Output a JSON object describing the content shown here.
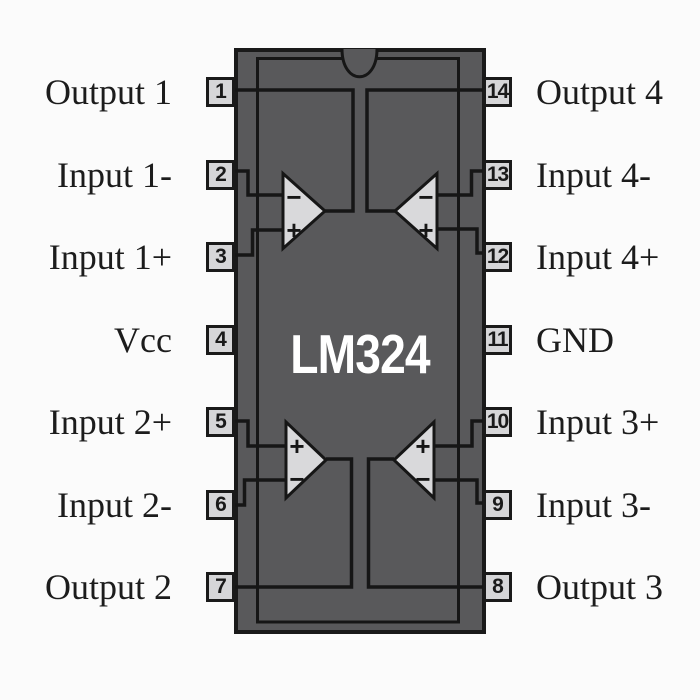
{
  "chip": {
    "name": "LM324",
    "left_pins": [
      {
        "number": "1",
        "label": "Output 1"
      },
      {
        "number": "2",
        "label": "Input 1-"
      },
      {
        "number": "3",
        "label": "Input 1+"
      },
      {
        "number": "4",
        "label": "Vcc"
      },
      {
        "number": "5",
        "label": "Input 2+"
      },
      {
        "number": "6",
        "label": "Input 2-"
      },
      {
        "number": "7",
        "label": "Output 2"
      }
    ],
    "right_pins": [
      {
        "number": "14",
        "label": "Output 4"
      },
      {
        "number": "13",
        "label": "Input 4-"
      },
      {
        "number": "12",
        "label": "Input 4+"
      },
      {
        "number": "11",
        "label": "GND"
      },
      {
        "number": "10",
        "label": "Input 3+"
      },
      {
        "number": "9",
        "label": "Input 3-"
      },
      {
        "number": "8",
        "label": "Output 3"
      }
    ],
    "opamps": [
      {
        "id": "opamp-1",
        "top_sign": "−",
        "bottom_sign": "+"
      },
      {
        "id": "opamp-4",
        "top_sign": "−",
        "bottom_sign": "+"
      },
      {
        "id": "opamp-2",
        "top_sign": "+",
        "bottom_sign": "−"
      },
      {
        "id": "opamp-3",
        "top_sign": "+",
        "bottom_sign": "−"
      }
    ],
    "colors": {
      "background": "#fbfbfb",
      "body_fill": "#59595b",
      "outline": "#1a1a1a",
      "pin_box_fill": "#d6d6d8",
      "opamp_fill": "#d9d9db",
      "label_text": "#1c1c1c",
      "chip_text": "#ffffff"
    }
  }
}
